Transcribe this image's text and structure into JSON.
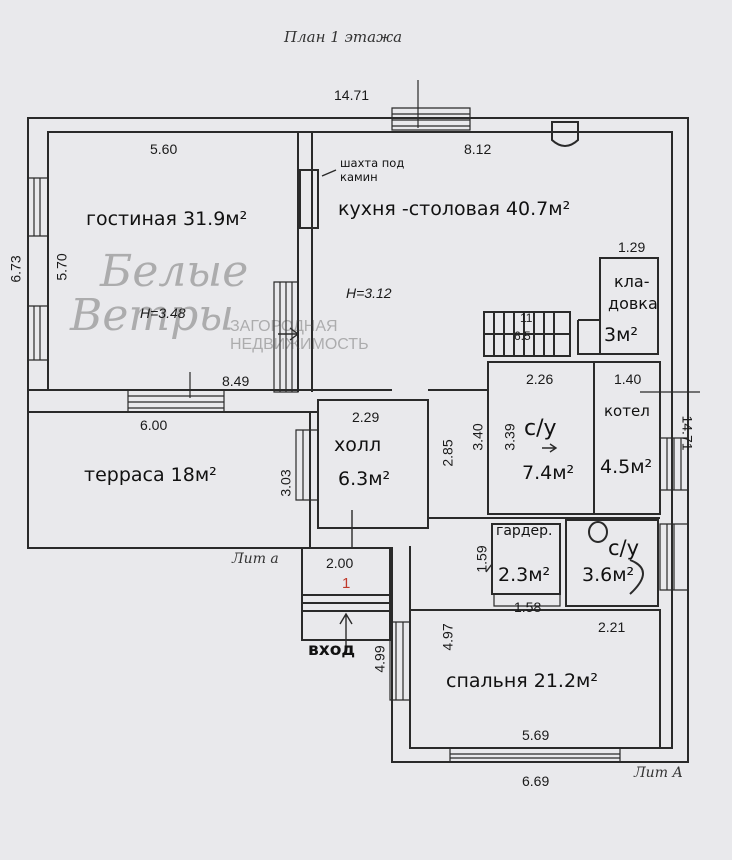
{
  "title": "План 1 этажа",
  "rooms": {
    "living": "гостиная 31.9м²",
    "kitchen": "кухня -столовая 40.7м²",
    "storage_line1": "кла-",
    "storage_line2": "довка",
    "storage_area": "3м²",
    "hall_name": "холл",
    "hall_area": "6.3м²",
    "terrace": "терраса 18м²",
    "bath1_name": "с/у",
    "bath1_area": "7.4м²",
    "boiler_name": "котел",
    "boiler_area": "4.5м²",
    "wardrobe_name": "гардер.",
    "wardrobe_area": "2.3м²",
    "bath2_name": "с/у",
    "bath2_area": "3.6м²",
    "bedroom": "спальня 21.2м²",
    "entrance": "вход",
    "shaft_line1": "шахта под",
    "shaft_line2": "камин"
  },
  "dimensions": {
    "total_top": "14.71",
    "living_width": "5.60",
    "kitchen_width": "8.12",
    "left_height": "6.73",
    "living_height": "5.70",
    "storage_width": "1.29",
    "h_living": "H=3.48",
    "h_kitchen": "H=3.12",
    "stair_11": "11",
    "stair_6": "6.5",
    "living_bottom": "8.49",
    "bath1_width": "2.26",
    "boiler_width": "1.40",
    "right_height": "14.71",
    "terrace_width": "6.00",
    "hall_width": "2.29",
    "hall_height_left": "3.03",
    "hall_height_right": "2.85",
    "bath1_height_a": "3.40",
    "bath1_height_b": "3.39",
    "entrance_width": "2.00",
    "entrance_number": "1",
    "wardrobe_height": "1.59",
    "wardrobe_width": "1.58",
    "bath2_width": "2.21",
    "bedroom_height": "4.97",
    "entrance_height": "4.99",
    "bedroom_width": "5.69",
    "total_bottom": "6.69"
  },
  "labels": {
    "lit_a_lower": "Лит а",
    "lit_a_upper": "Лит А"
  },
  "watermark": {
    "brand_line1": "Белые",
    "brand_line2": "Ветры",
    "tag_line1": "ЗАГОРОДНАЯ",
    "tag_line2": "НЕДВИЖИМОСТЬ"
  },
  "colors": {
    "paper": "#e9e9ec",
    "wall": "#2a2a2a",
    "entrance_number": "#c0392b"
  }
}
